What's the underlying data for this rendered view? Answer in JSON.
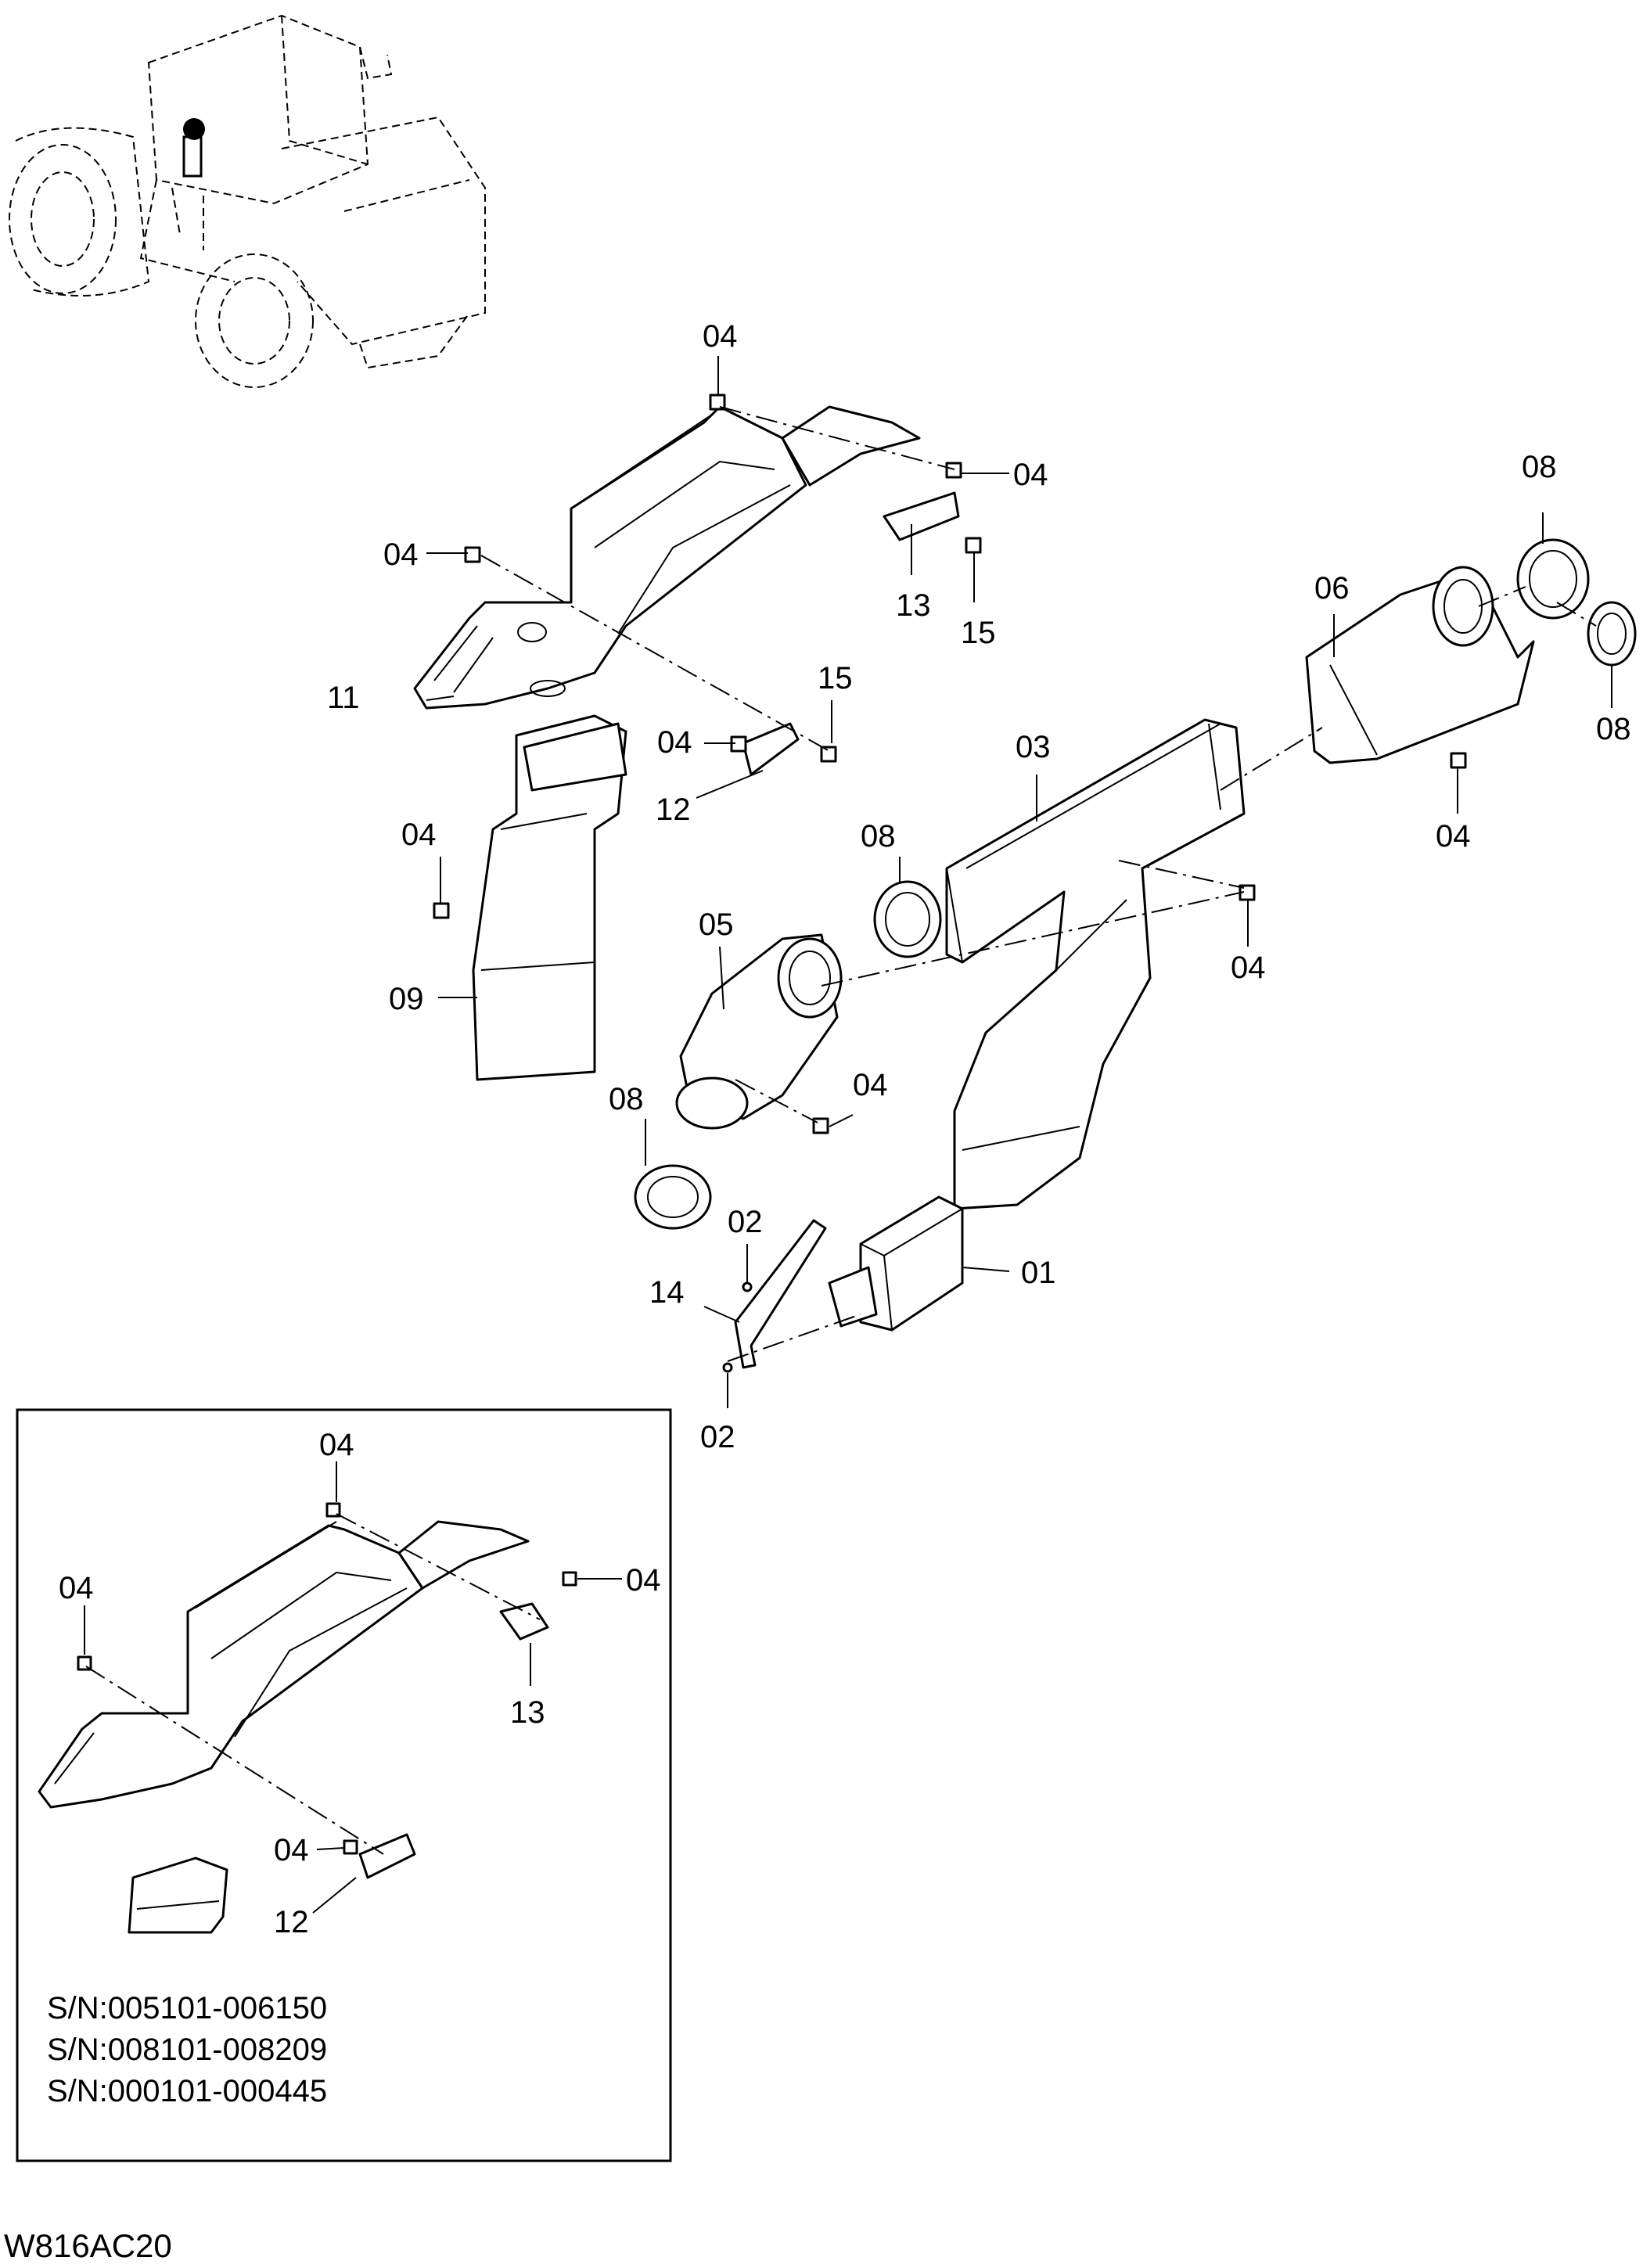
{
  "labels": {
    "l01": "01",
    "l02a": "02",
    "l02b": "02",
    "l03": "03",
    "l04a": "04",
    "l04b": "04",
    "l04c": "04",
    "l04d": "04",
    "l04e": "04",
    "l04f": "04",
    "l04g": "04",
    "l04h": "04",
    "l05": "05",
    "l06": "06",
    "l08a": "08",
    "l08b": "08",
    "l08c": "08",
    "l08d": "08",
    "l09": "09",
    "l11": "11",
    "l12": "12",
    "l13": "13",
    "l14": "14",
    "l15a": "15",
    "l15b": "15"
  },
  "inset": {
    "labels": {
      "i04a": "04",
      "i04b": "04",
      "i04c": "04",
      "i04d": "04",
      "i12": "12",
      "i13": "13"
    },
    "serials": [
      "S/N:005101-006150",
      "S/N:008101-008209",
      "S/N:000101-000445"
    ]
  },
  "drawing_code": "W816AC20"
}
